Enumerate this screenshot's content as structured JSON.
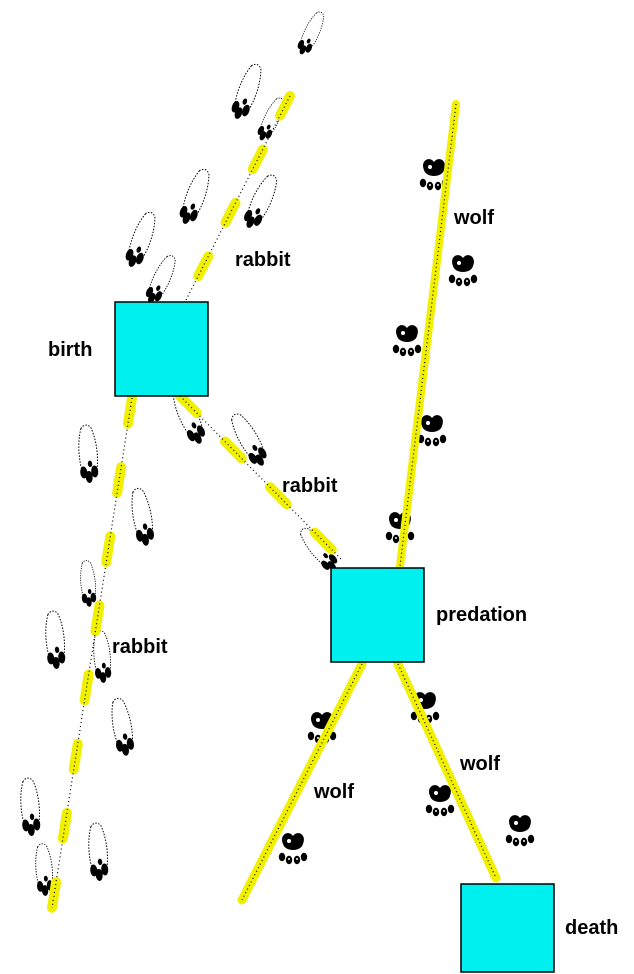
{
  "colors": {
    "event_box": "#00f0f0",
    "event_box_border": "#000000",
    "trajectory": "#f0f000",
    "trajectory_dots": "#000000",
    "paw": "#000000",
    "label": "#000000"
  },
  "events": {
    "birth": "birth",
    "predation": "predation",
    "death": "death"
  },
  "tracks": {
    "rabbit_top": "rabbit",
    "rabbit_middle": "rabbit",
    "rabbit_left": "rabbit",
    "wolf_top": "wolf",
    "wolf_lower_left": "wolf",
    "wolf_lower_right": "wolf"
  },
  "icons": {
    "rabbit_track": "rabbit-paw-print-icon",
    "wolf_track": "wolf-paw-print-icon"
  }
}
